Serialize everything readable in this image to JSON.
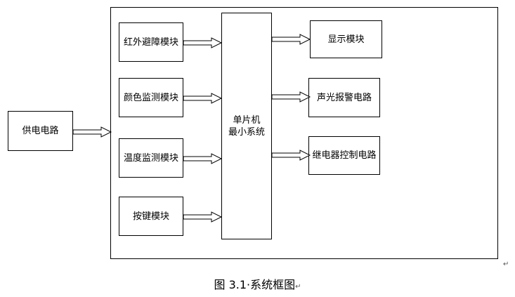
{
  "diagram": {
    "power": "供电电路",
    "inputs": [
      "红外避障模块",
      "颜色监测模块",
      "温度监测模块",
      "按键模块"
    ],
    "mcu": {
      "line1": "单片机",
      "line2": "最小系统"
    },
    "outputs": [
      "显示模块",
      "声光报警电路",
      "继电器控制电路"
    ]
  },
  "caption": "图 3.1·系统框图",
  "paragraph_mark": "↵"
}
